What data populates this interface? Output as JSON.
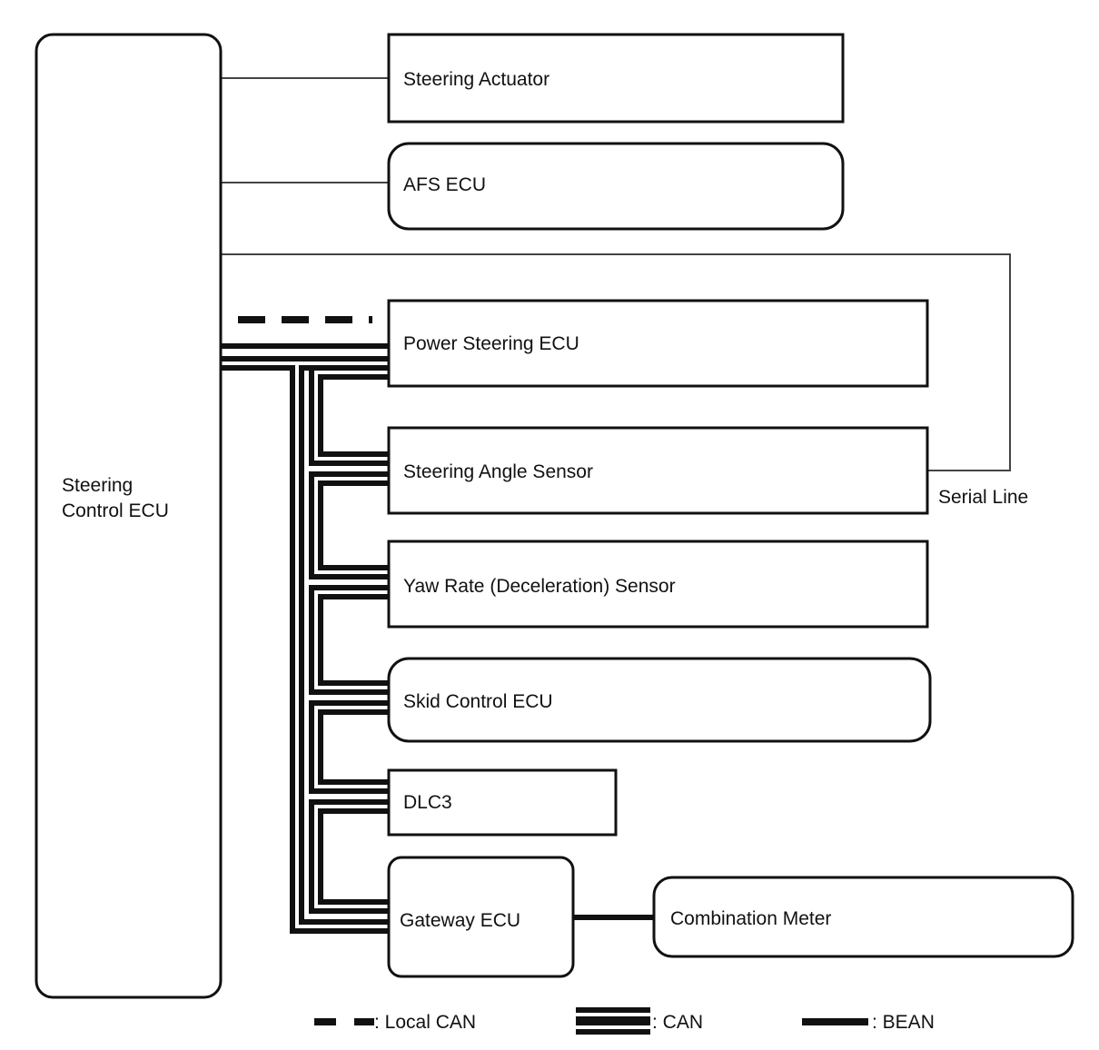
{
  "nodes": {
    "steering_control_ecu": {
      "line1": "Steering",
      "line2": "Control ECU"
    },
    "steering_actuator": "Steering Actuator",
    "afs_ecu": "AFS ECU",
    "power_steering_ecu": "Power Steering ECU",
    "steering_angle_sensor": "Steering Angle Sensor",
    "yaw_rate_sensor": "Yaw Rate (Deceleration) Sensor",
    "skid_control_ecu": "Skid Control ECU",
    "dlc3": "DLC3",
    "gateway_ecu": "Gateway ECU",
    "combination_meter": "Combination Meter"
  },
  "labels": {
    "serial_line": "Serial Line"
  },
  "legend": {
    "local_can": ": Local CAN",
    "can": ": CAN",
    "bean": ": BEAN"
  },
  "colors": {
    "line": "#111111",
    "thin_line": "#444444",
    "background": "#ffffff"
  }
}
